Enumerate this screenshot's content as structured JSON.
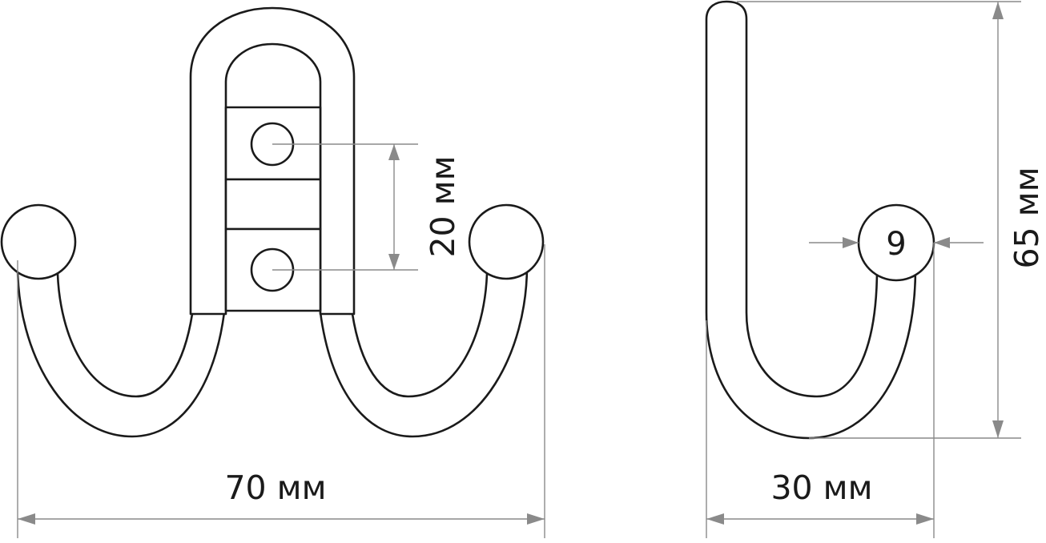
{
  "front_view": {
    "width_label": "70 мм",
    "hole_spacing_label": "20 мм"
  },
  "side_view": {
    "height_label": "65 мм",
    "depth_label": "30 мм",
    "ball_diameter_label": "9"
  },
  "colors": {
    "outline": "#1a1a1a",
    "dimension_lines": "#8a8a8a",
    "background": "#ffffff"
  }
}
